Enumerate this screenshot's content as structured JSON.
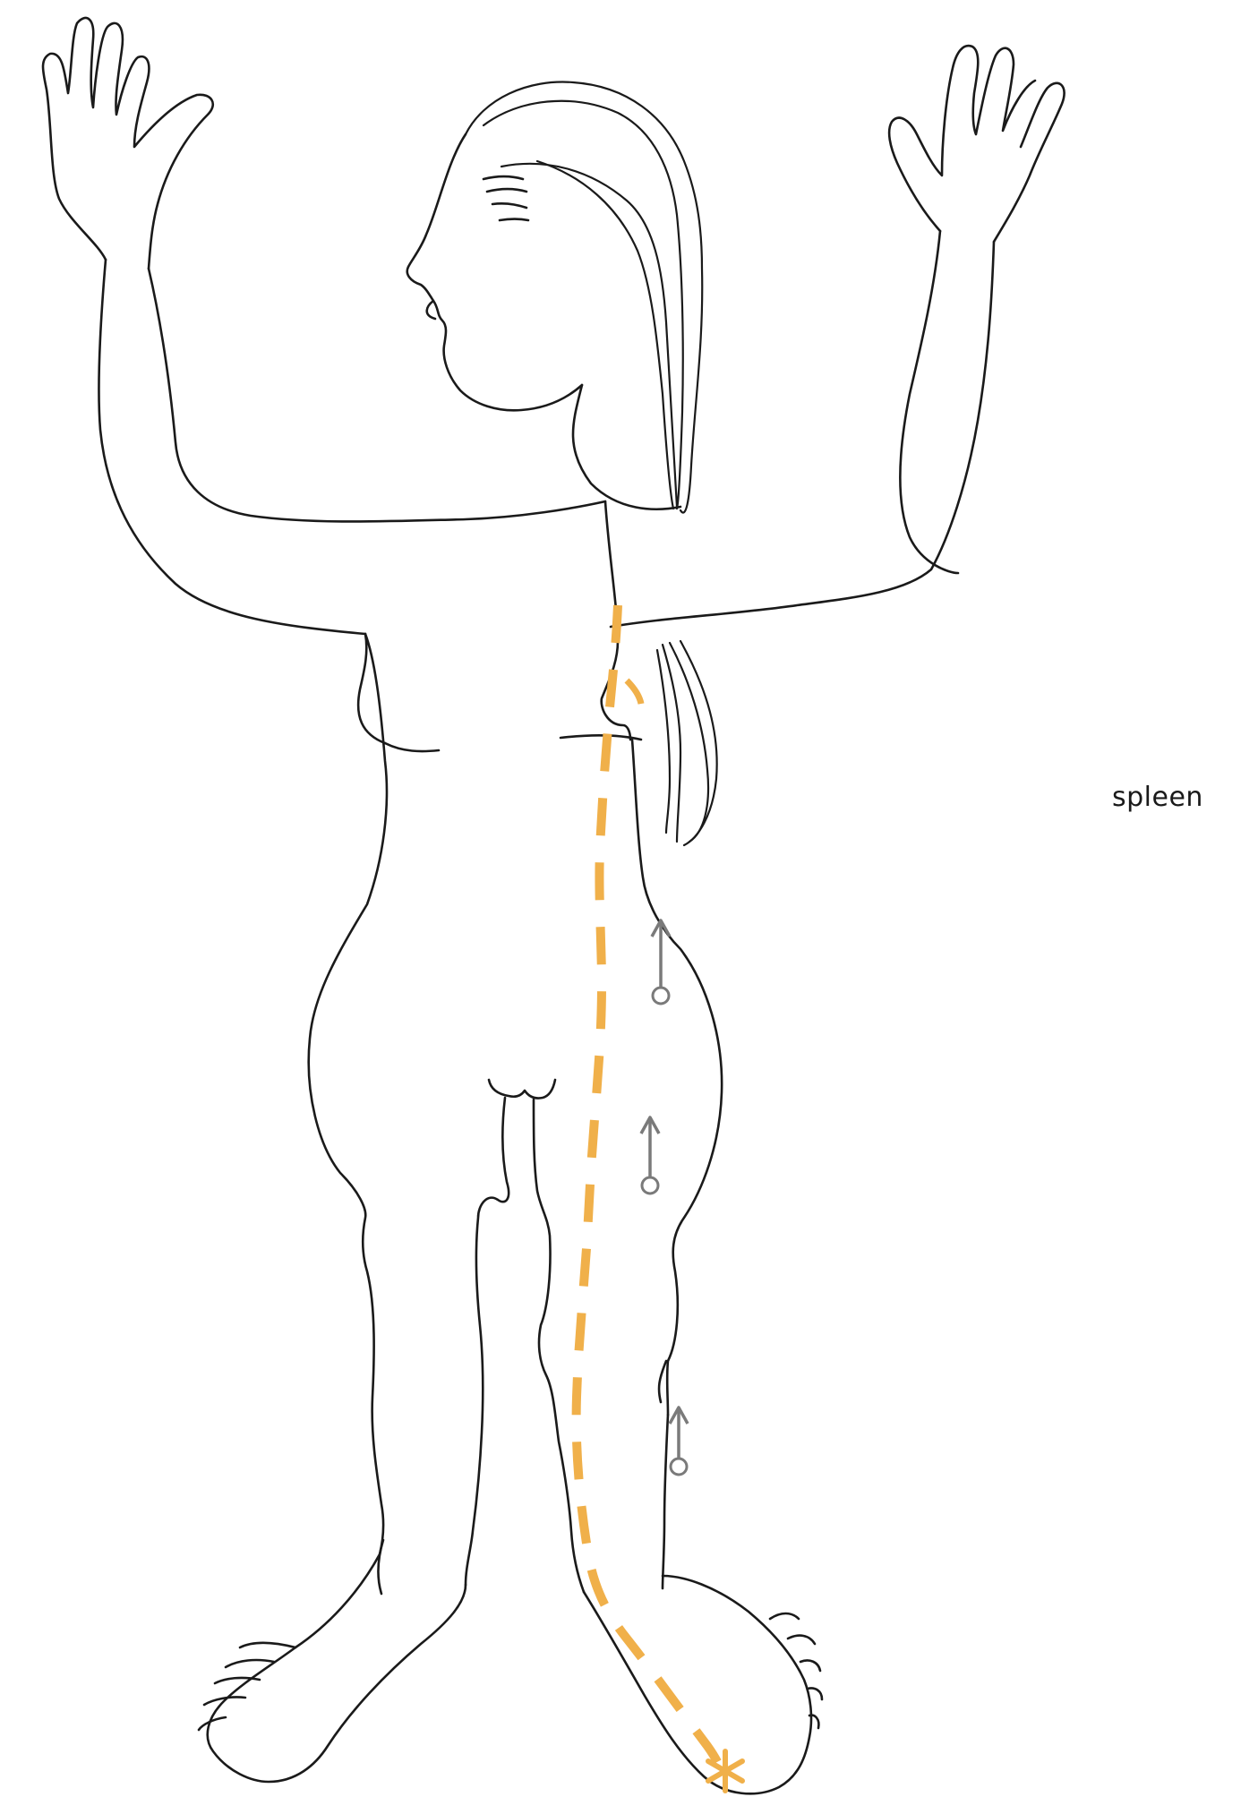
{
  "label": "spleen",
  "colors": {
    "outline": "#1a1a1a",
    "meridian": "#f0b04a",
    "arrow": "#7a7a7a"
  },
  "markers": {
    "start_point": "asterisk",
    "flow_direction": "upward-arrows"
  }
}
